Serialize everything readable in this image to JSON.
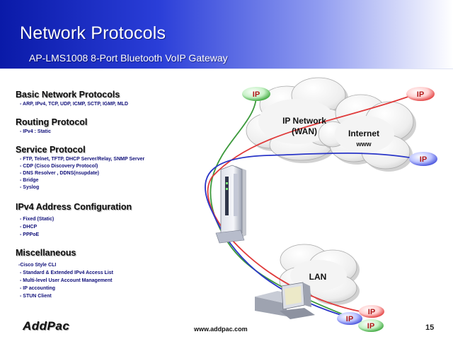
{
  "header": {
    "title": "Network Protocols",
    "subtitle": "AP-LMS1008 8-Port Bluetooth VoIP Gateway"
  },
  "sections": [
    {
      "heading": "Basic Network Protocols",
      "items": [
        "- ARP, IPv4, TCP, UDP, ICMP, SCTP, IGMP, MLD"
      ]
    },
    {
      "heading": "Routing Protocol",
      "items": [
        "- IPv4 : Static"
      ]
    },
    {
      "heading": "Service Protocol",
      "items": [
        "- FTP, Telnet, TFTP, DHCP Server/Relay, SNMP Server",
        "- CDP (Cisco Discovery Protocol)",
        "- DNS Resolver , DDNS(nsupdate)",
        "- Bridge",
        "- Syslog"
      ]
    },
    {
      "heading": "IPv4 Address Configuration",
      "items": [
        "- Fixed (Static)",
        "- DHCP",
        "- PPPoE"
      ]
    },
    {
      "heading": "Miscellaneous",
      "items": [
        "-Cisco Style CLI",
        "- Standard & Extended IPv4 Access List",
        "- Multi-level User Account Management",
        "- IP accounting",
        "- STUN Client"
      ]
    }
  ],
  "diagram": {
    "wan_label_line1": "IP Network",
    "wan_label_line2": "(WAN)",
    "internet_label_line1": "Internet",
    "internet_label_line2": "www",
    "lan_label": "LAN",
    "ip_badge": "IP",
    "colors": {
      "green": "#3c9a3c",
      "red": "#e03a3a",
      "blue": "#2a36c8",
      "ip_text": "#b01818"
    }
  },
  "footer": {
    "logo": "AddPac",
    "url": "www.addpac.com",
    "page": "15"
  }
}
